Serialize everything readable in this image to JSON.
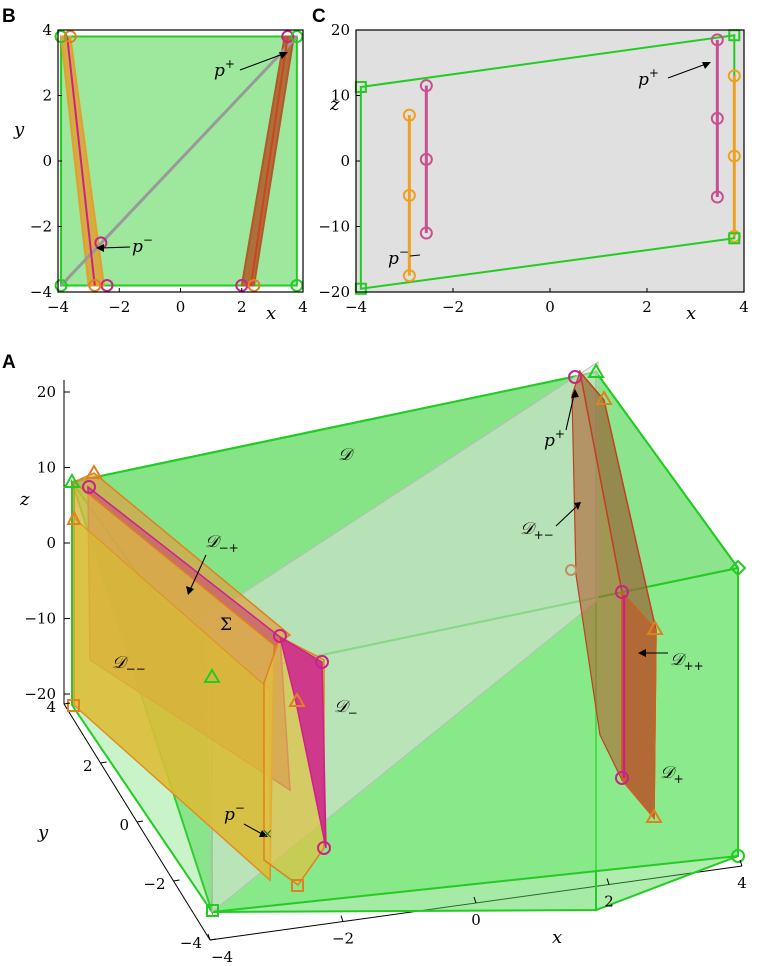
{
  "panels": {
    "A": {
      "letter": "A"
    },
    "B": {
      "letter": "B"
    },
    "C": {
      "letter": "C"
    }
  },
  "chart_data": [
    {
      "type": "scatter",
      "panel": "B",
      "xlabel": "x",
      "ylabel": "y",
      "xlim": [
        -4,
        4
      ],
      "ylim": [
        -4,
        4
      ],
      "xticks": [
        "−4",
        "−2",
        "0",
        "2",
        "4"
      ],
      "yticks": [
        "4",
        "2",
        "0",
        "−2",
        "−4"
      ],
      "grid": false,
      "annotations": [
        {
          "label": "p",
          "sup": "+",
          "x": 3.5,
          "y": 3.8
        },
        {
          "label": "p",
          "sup": "−",
          "x": -2.8,
          "y": -2.6
        }
      ],
      "regions": [
        {
          "name": "D",
          "color": "#4cd64c",
          "outline": [
            [
              -3.9,
              -3.8
            ],
            [
              3.8,
              -3.8
            ],
            [
              3.8,
              3.8
            ],
            [
              -3.9,
              3.8
            ]
          ]
        },
        {
          "name": "D_minus",
          "color": "#e0a030",
          "outline": [
            [
              -3.9,
              3.8
            ],
            [
              -3.6,
              3.8
            ],
            [
              -2.5,
              -3.8
            ],
            [
              -3.0,
              -3.8
            ]
          ]
        },
        {
          "name": "D_plus",
          "color": "#b05a2a",
          "outline": [
            [
              3.4,
              3.8
            ],
            [
              3.7,
              3.8
            ],
            [
              2.4,
              -3.8
            ],
            [
              2.0,
              -3.8
            ]
          ]
        }
      ],
      "diagonal": [
        [
          -3.9,
          -3.8
        ],
        [
          3.8,
          3.8
        ]
      ]
    },
    {
      "type": "scatter",
      "panel": "C",
      "xlabel": "x",
      "ylabel": "z",
      "xlim": [
        -4,
        4
      ],
      "ylim": [
        -20,
        20
      ],
      "xticks": [
        "−4",
        "−2",
        "0",
        "2",
        "4"
      ],
      "yticks": [
        "20",
        "10",
        "0",
        "−10",
        "−20"
      ],
      "grid": false,
      "background": "#e0e0e0",
      "annotations": [
        {
          "label": "p",
          "sup": "+",
          "x": 3.5,
          "y": 17.5
        },
        {
          "label": "p",
          "sup": "−",
          "x": -2.9,
          "y": -15.5
        }
      ],
      "boundary": [
        [
          -3.9,
          11.3
        ],
        [
          3.8,
          19.2
        ],
        [
          3.8,
          -11.8
        ],
        [
          -3.9,
          -19.5
        ]
      ],
      "series": [
        {
          "color": "#f0a020",
          "x": [
            -2.9,
            -2.9
          ],
          "y": [
            -17.5,
            7
          ]
        },
        {
          "color": "#c85090",
          "x": [
            -2.55,
            -2.55
          ],
          "y": [
            -11,
            11.5
          ]
        },
        {
          "color": "#c85090",
          "x": [
            3.45,
            3.45
          ],
          "y": [
            -5.5,
            18.5
          ]
        },
        {
          "color": "#f0a020",
          "x": [
            3.8,
            3.8
          ],
          "y": [
            -11.5,
            13
          ]
        }
      ]
    },
    {
      "type": "area",
      "panel": "A",
      "projection": "3d",
      "xlabel": "x",
      "ylabel": "y",
      "zlabel": "z",
      "xlim": [
        -4,
        4
      ],
      "ylim": [
        -4,
        4
      ],
      "zlim": [
        -20,
        20
      ],
      "xticks": [
        "−4",
        "−2",
        "0",
        "2",
        "4"
      ],
      "yticks": [
        "4",
        "2",
        "0",
        "−2",
        "−4"
      ],
      "zticks": [
        "20",
        "10",
        "0",
        "−10",
        "−20"
      ],
      "region_labels": [
        {
          "label": "𝒟",
          "sub": ""
        },
        {
          "label": "𝒟",
          "sub": "−+"
        },
        {
          "label": "𝒟",
          "sub": "−−"
        },
        {
          "label": "𝒟",
          "sub": "−"
        },
        {
          "label": "𝒟",
          "sub": "+−"
        },
        {
          "label": "𝒟",
          "sub": "++"
        },
        {
          "label": "𝒟",
          "sub": "+"
        },
        {
          "label": "Σ",
          "sub": ""
        }
      ],
      "annotations": [
        {
          "label": "p",
          "sup": "+"
        },
        {
          "label": "p",
          "sup": "−"
        }
      ]
    }
  ]
}
